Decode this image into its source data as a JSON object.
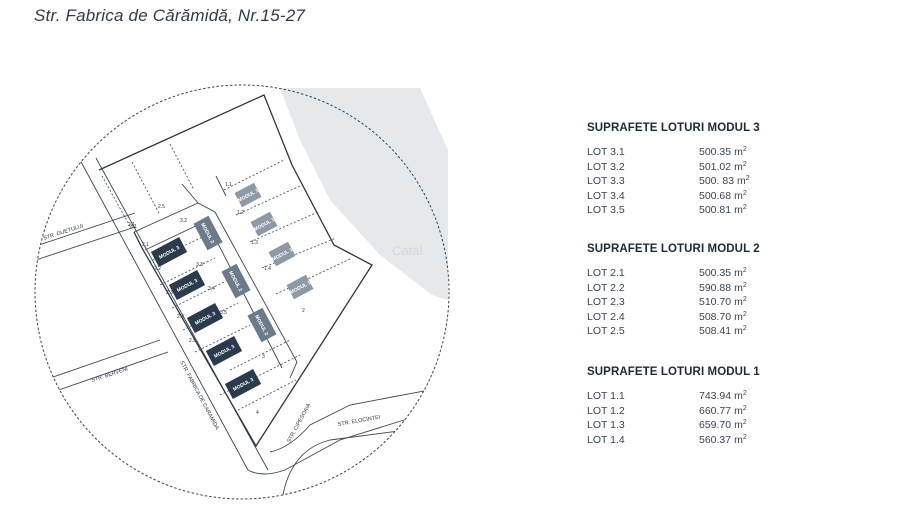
{
  "title": "Str. Fabrica de Cărămidă, Nr.15-27",
  "map": {
    "streets": {
      "duetului": "STR. DUETULUI",
      "berveni": "STR. BERVENI",
      "fabrica": "STR. FABRICA DE CARAMIDA",
      "elocintei": "STR. ELOCINTEI",
      "cipesoaia": "STR. CIPESOAIA"
    },
    "watermark": "Catal",
    "modules": [
      {
        "label": "MODUL 3",
        "type": "3"
      },
      {
        "label": "MODUL 3",
        "type": "3"
      },
      {
        "label": "MODUL 3",
        "type": "3"
      },
      {
        "label": "MODUL 3",
        "type": "3"
      },
      {
        "label": "MODUL 3",
        "type": "3"
      },
      {
        "label": "MODUL 2",
        "type": "2"
      },
      {
        "label": "MODUL 2",
        "type": "2"
      },
      {
        "label": "MODUL 2",
        "type": "2"
      },
      {
        "label": "MODUL 1",
        "type": "1"
      },
      {
        "label": "MODUL 1",
        "type": "1"
      },
      {
        "label": "MODUL 1",
        "type": "1"
      },
      {
        "label": "MODUL 1",
        "type": "1"
      }
    ],
    "lot_tags": [
      "1.1",
      "1.2",
      "1.3",
      "1.4",
      "2.1",
      "2.2",
      "2.3",
      "2.4",
      "2.5",
      "3.1",
      "3.2",
      "3.3",
      "3.4",
      "3.5",
      "2.1",
      "2.5",
      "2",
      "3",
      "4"
    ],
    "colors": {
      "module3": "#2b3a4c",
      "module2": "#6b7b8b",
      "module1": "#8d9aa6",
      "neighbor": "#e6e9ec",
      "line": "#2b3642"
    }
  },
  "sections": [
    {
      "heading": "SUPRAFETE LOTURI MODUL 3",
      "lots": [
        {
          "name": "LOT 3.1",
          "area": "500.35",
          "unit": "m",
          "exp": "2"
        },
        {
          "name": "LOT 3.2",
          "area": "501.02",
          "unit": "m",
          "exp": "2"
        },
        {
          "name": "LOT 3.3",
          "area": "500. 83",
          "unit": "m",
          "exp": "2"
        },
        {
          "name": "LOT 3.4",
          "area": "500.68",
          "unit": "m",
          "exp": "2"
        },
        {
          "name": "LOT 3.5",
          "area": "500.81",
          "unit": "m",
          "exp": "2"
        }
      ]
    },
    {
      "heading": "SUPRAFETE LOTURI MODUL 2",
      "lots": [
        {
          "name": "LOT 2.1",
          "area": "500.35",
          "unit": "m",
          "exp": "2"
        },
        {
          "name": "LOT 2.2",
          "area": "590.88",
          "unit": "m",
          "exp": "2"
        },
        {
          "name": "LOT 2.3",
          "area": "510.70",
          "unit": "m",
          "exp": "2"
        },
        {
          "name": "LOT 2.4",
          "area": "508.70",
          "unit": "m",
          "exp": "2"
        },
        {
          "name": "LOT 2.5",
          "area": "508.41",
          "unit": "m",
          "exp": "2"
        }
      ]
    },
    {
      "heading": "SUPRAFETE LOTURI MODUL 1",
      "lots": [
        {
          "name": "LOT 1.1",
          "area": "743.94",
          "unit": "m",
          "exp": "2"
        },
        {
          "name": "LOT 1.2",
          "area": "660.77",
          "unit": "m",
          "exp": "2"
        },
        {
          "name": "LOT 1.3",
          "area": "659.70",
          "unit": "m",
          "exp": "2"
        },
        {
          "name": "LOT 1.4",
          "area": "560.37",
          "unit": "m",
          "exp": "2"
        }
      ]
    }
  ]
}
